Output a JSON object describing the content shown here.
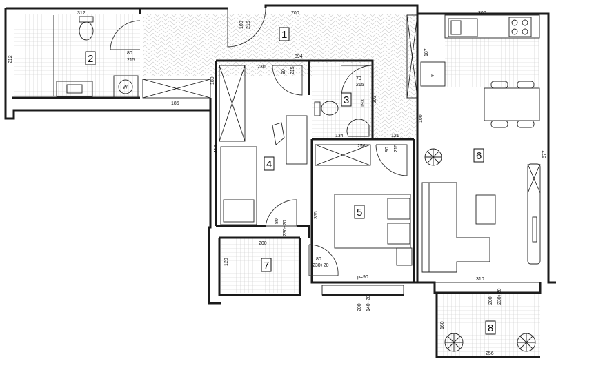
{
  "colors": {
    "wall": "#1a1a1a",
    "tile": "#c9c9c9",
    "herringbone": "#cfcfcf",
    "text": "#111111"
  },
  "rooms": [
    {
      "id": "1",
      "label": "1"
    },
    {
      "id": "2",
      "label": "2"
    },
    {
      "id": "3",
      "label": "3"
    },
    {
      "id": "4",
      "label": "4"
    },
    {
      "id": "5",
      "label": "5"
    },
    {
      "id": "6",
      "label": "6"
    },
    {
      "id": "7",
      "label": "7"
    },
    {
      "id": "8",
      "label": "8"
    }
  ],
  "dimensions": {
    "d312": "312",
    "d212": "212",
    "d700": "700",
    "d300": "300",
    "d100_215": "100",
    "d215_a": "215",
    "d80_a": "80",
    "d215_b": "215",
    "d394": "394",
    "d230_top": "230",
    "d90_a": "90",
    "d215_c": "215",
    "d180": "180",
    "d185": "185",
    "d187": "187",
    "d70": "70",
    "d215_d": "215",
    "d193": "193",
    "d203": "203",
    "d134": "134",
    "d256_a": "256",
    "d121": "121",
    "d100_b": "100",
    "d90_b": "90",
    "d215_e": "215",
    "d418": "418",
    "d677": "677",
    "d355": "355",
    "d80_b": "80",
    "d230_20_a": "230+20",
    "d200_a": "200",
    "d80_c": "80",
    "d230_20_b": "230+20",
    "d120": "120",
    "d310": "310",
    "dp90": "p=90",
    "d200_b": "200",
    "d140_20": "140+20",
    "d200_c": "200",
    "d230_20_c": "230+20",
    "d160": "160",
    "d256_b": "256"
  },
  "fixtures": {
    "washer_label": "W",
    "fridge_label": "F"
  }
}
